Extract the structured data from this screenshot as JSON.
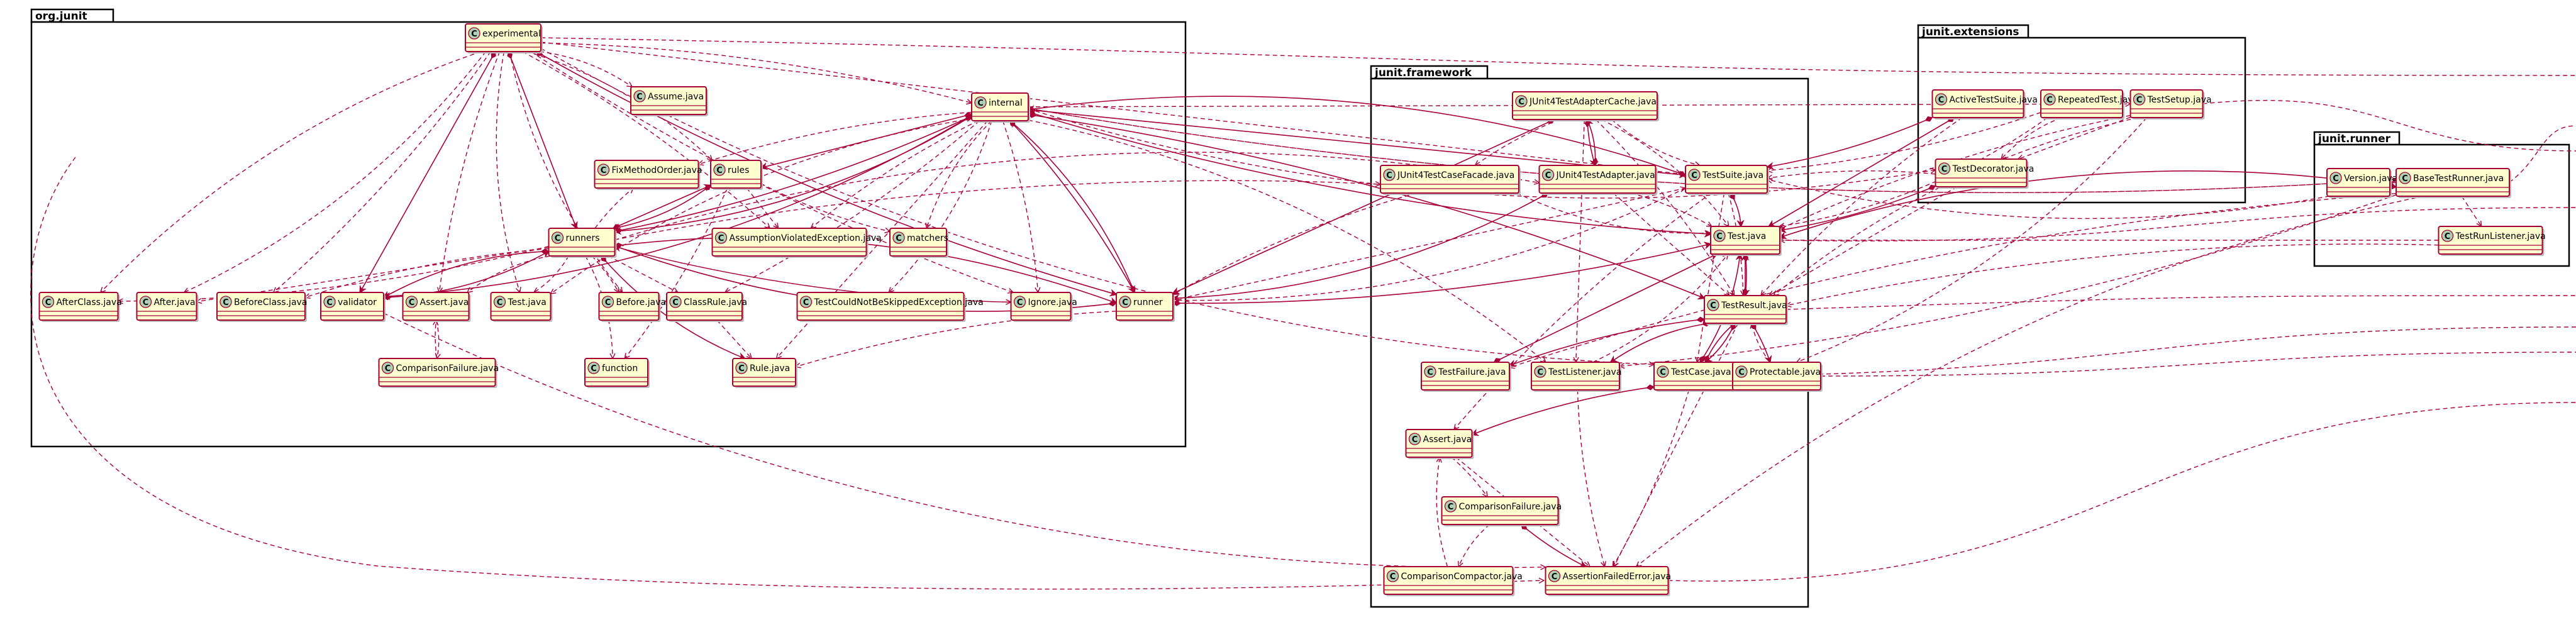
{
  "packages": [
    {
      "id": "org_junit",
      "title": "org.junit"
    },
    {
      "id": "junit_framework",
      "title": "junit.framework"
    },
    {
      "id": "junit_extensions",
      "title": "junit.extensions"
    },
    {
      "id": "junit_runner",
      "title": "junit.runner"
    }
  ],
  "classes": [
    {
      "id": "experimental",
      "label": "experimental"
    },
    {
      "id": "assume",
      "label": "Assume.java"
    },
    {
      "id": "internal",
      "label": "internal"
    },
    {
      "id": "fixmethodorder",
      "label": "FixMethodOrder.java"
    },
    {
      "id": "rules",
      "label": "rules"
    },
    {
      "id": "runners",
      "label": "runners"
    },
    {
      "id": "assumptionviolated",
      "label": "AssumptionViolatedException.java"
    },
    {
      "id": "matchers",
      "label": "matchers"
    },
    {
      "id": "afterclass",
      "label": "AfterClass.java"
    },
    {
      "id": "after",
      "label": "After.java"
    },
    {
      "id": "beforeclass",
      "label": "BeforeClass.java"
    },
    {
      "id": "validator",
      "label": "validator"
    },
    {
      "id": "assert_oj",
      "label": "Assert.java"
    },
    {
      "id": "test_oj",
      "label": "Test.java"
    },
    {
      "id": "before",
      "label": "Before.java"
    },
    {
      "id": "classrule",
      "label": "ClassRule.java"
    },
    {
      "id": "testcouldnotbeskipped",
      "label": "TestCouldNotBeSkippedException.java"
    },
    {
      "id": "ignore",
      "label": "Ignore.java"
    },
    {
      "id": "runner_oj",
      "label": "runner"
    },
    {
      "id": "comparisonfailure_oj",
      "label": "ComparisonFailure.java"
    },
    {
      "id": "function",
      "label": "function"
    },
    {
      "id": "rule",
      "label": "Rule.java"
    },
    {
      "id": "junit4cache",
      "label": "JUnit4TestAdapterCache.java"
    },
    {
      "id": "junit4facade",
      "label": "JUnit4TestCaseFacade.java"
    },
    {
      "id": "junit4adapter",
      "label": "JUnit4TestAdapter.java"
    },
    {
      "id": "testsuite",
      "label": "TestSuite.java"
    },
    {
      "id": "test_jf",
      "label": "Test.java"
    },
    {
      "id": "testresult",
      "label": "TestResult.java"
    },
    {
      "id": "testfailure",
      "label": "TestFailure.java"
    },
    {
      "id": "testlistener",
      "label": "TestListener.java"
    },
    {
      "id": "testcase",
      "label": "TestCase.java"
    },
    {
      "id": "protectable",
      "label": "Protectable.java"
    },
    {
      "id": "assert_jf",
      "label": "Assert.java"
    },
    {
      "id": "comparisonfailure_jf",
      "label": "ComparisonFailure.java"
    },
    {
      "id": "comparisoncompactor",
      "label": "ComparisonCompactor.java"
    },
    {
      "id": "assertionfailederror",
      "label": "AssertionFailedError.java"
    },
    {
      "id": "activetestsuite",
      "label": "ActiveTestSuite.java"
    },
    {
      "id": "repeatedtest",
      "label": "RepeatedTest.java"
    },
    {
      "id": "testsetup",
      "label": "TestSetup.java"
    },
    {
      "id": "testdecorator",
      "label": "TestDecorator.java"
    },
    {
      "id": "version",
      "label": "Version.java"
    },
    {
      "id": "basetestrunner",
      "label": "BaseTestRunner.java"
    },
    {
      "id": "testrunlistener",
      "label": "TestRunListener.java"
    }
  ],
  "colors": {
    "class_fill": "#FEFECE",
    "class_border": "#A80036",
    "edge": "#A80036",
    "badge": "#ADD1B2",
    "package_border": "#000000"
  }
}
